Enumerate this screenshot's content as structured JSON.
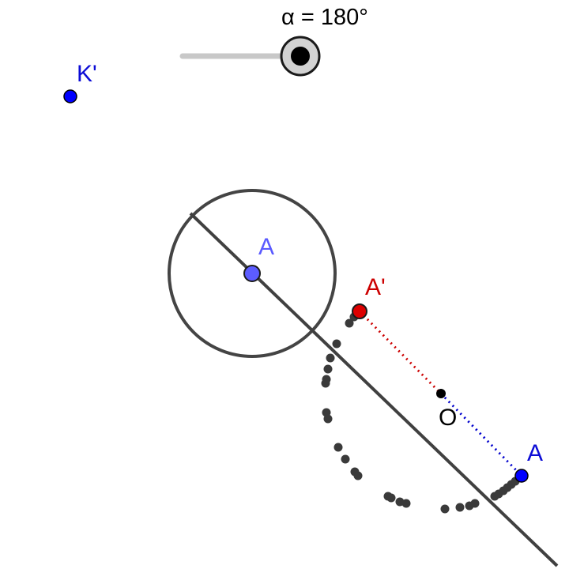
{
  "slider": {
    "label": "α = 180°",
    "value_degrees": 180,
    "fraction": 1.0
  },
  "points": {
    "k_prime": "K'",
    "circle_center": "A",
    "a_prime": "A'",
    "center_o": "O",
    "a": "A"
  },
  "colors": {
    "blue_point": "#0000ff",
    "center_point": "#5c5cff",
    "red_point": "#dd0000",
    "trace": "#3a3a3a",
    "line": "#404040",
    "slider_track": "#c8c8c8",
    "dotted_red": "#cc0000",
    "dotted_blue": "#0000cc"
  }
}
